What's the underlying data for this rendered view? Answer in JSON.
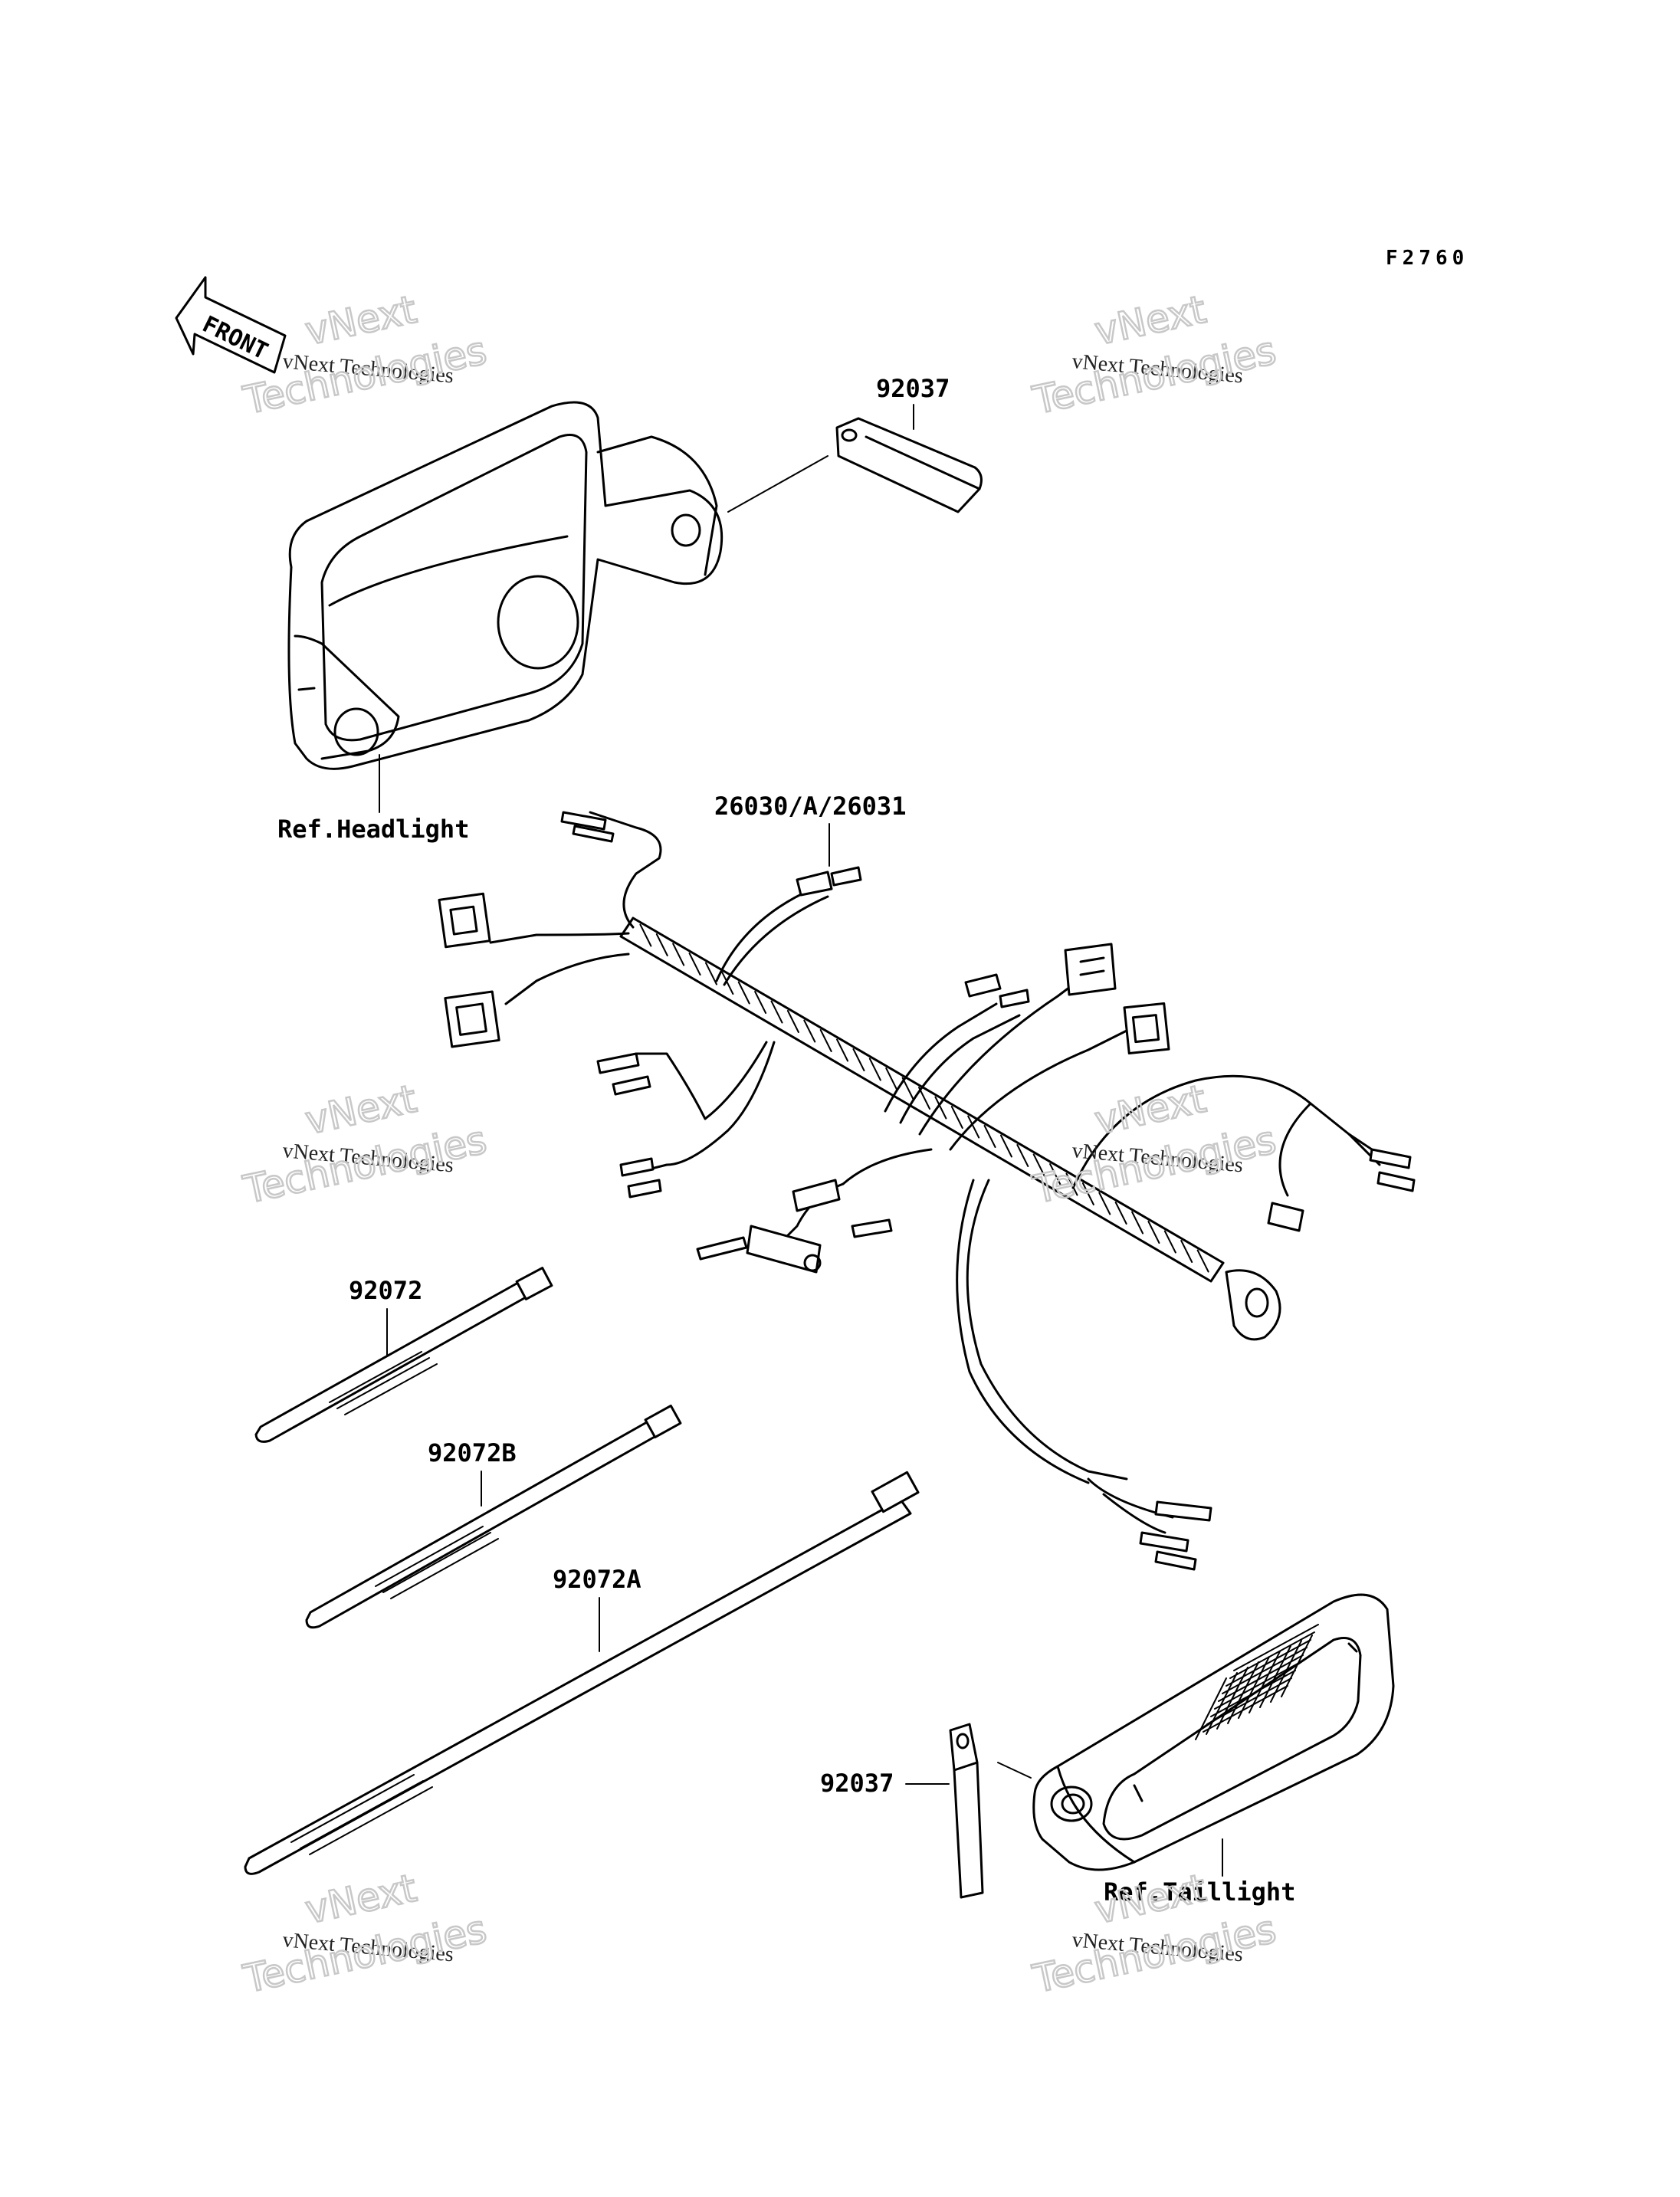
{
  "figure_code": "F2760",
  "front_arrow_text": "FRONT",
  "labels": {
    "ref_headlight": "Ref.Headlight",
    "part_92037_top": "92037",
    "part_harness": "26030/A/26031",
    "part_92072": "92072",
    "part_92072b": "92072B",
    "part_92072a": "92072A",
    "part_92037_bottom": "92037",
    "ref_taillight": "Ref.Taillight"
  },
  "watermark": {
    "line1": "vNext Technologies",
    "line2a": "vNext",
    "line2b": "Technologies"
  }
}
